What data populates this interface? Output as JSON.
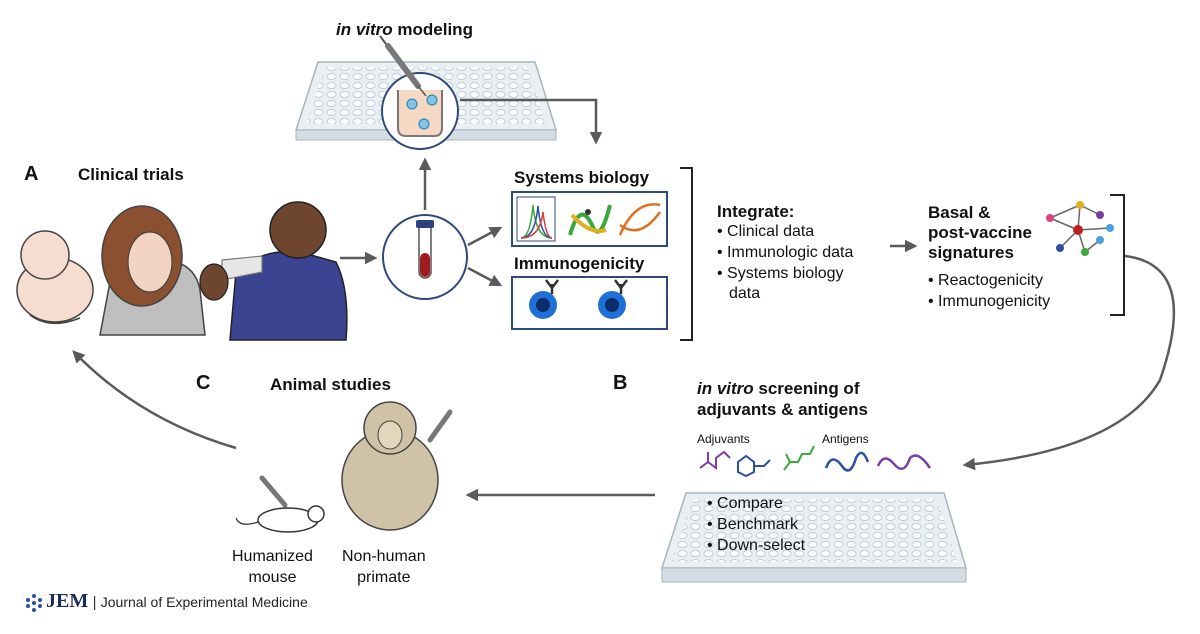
{
  "panel_a": {
    "letter": "A",
    "title": "Clinical trials"
  },
  "in_vitro_modeling": {
    "italic": "in vitro",
    "rest": " modeling"
  },
  "systems_biology": {
    "title": "Systems biology"
  },
  "immunogenicity": {
    "title": "Immunogenicity"
  },
  "integrate": {
    "title": "Integrate:",
    "items": [
      "Clinical data",
      "Immunologic data",
      "Systems biology",
      "data"
    ]
  },
  "signatures": {
    "title_lines": [
      "Basal &",
      "post-vaccine",
      "signatures"
    ],
    "items": [
      "Reactogenicity",
      "Immunogenicity"
    ]
  },
  "panel_b": {
    "letter": "B",
    "title_italic": "in vitro",
    "title_rest": " screening of",
    "title_line2": "adjuvants & antigens",
    "adjuvants_label": "Adjuvants",
    "antigens_label": "Antigens",
    "plate_items": [
      "Compare",
      "Benchmark",
      "Down-select"
    ]
  },
  "panel_c": {
    "letter": "C",
    "title": "Animal studies",
    "mouse_label": [
      "Humanized",
      "mouse"
    ],
    "primate_label": [
      "Non-human",
      "primate"
    ]
  },
  "footer": {
    "logo": "JEM",
    "journal": "Journal of Experimental Medicine"
  },
  "colors": {
    "arrow": "#5a5a5a",
    "box_border": "#2e4a7a",
    "plate": "#e8eef2",
    "adjuvant_purple": "#7b3fa0",
    "adjuvant_blue": "#2c4fa3",
    "adjuvant_green": "#3aa83a",
    "antibody_blue": "#1e6fd6"
  }
}
